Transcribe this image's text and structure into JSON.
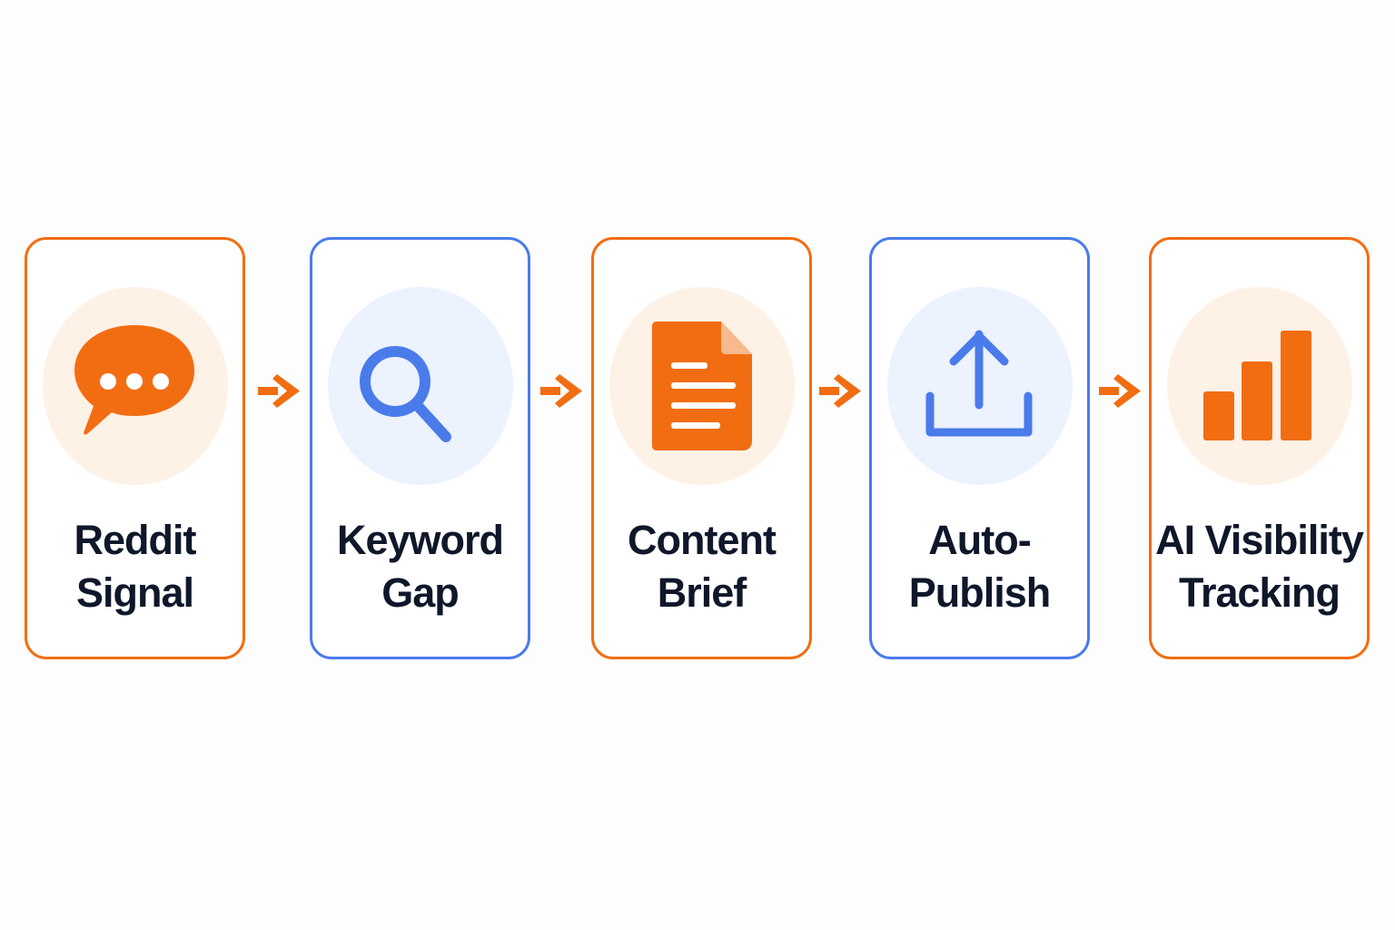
{
  "colors": {
    "orange": "#f26d12",
    "blue": "#4a7bea",
    "orange_tint": "#fef1e6",
    "blue_tint": "#ecf2fe",
    "text": "#0f172a"
  },
  "steps": [
    {
      "icon": "chat-bubble-icon",
      "accent": "orange",
      "label_lines": [
        "Reddit",
        "Signal"
      ]
    },
    {
      "icon": "magnifying-glass-icon",
      "accent": "blue",
      "label_lines": [
        "Keyword",
        "Gap"
      ]
    },
    {
      "icon": "document-icon",
      "accent": "orange",
      "label_lines": [
        "Content",
        "Brief"
      ]
    },
    {
      "icon": "upload-icon",
      "accent": "blue",
      "label_lines": [
        "Auto-",
        "Publish"
      ]
    },
    {
      "icon": "bar-chart-icon",
      "accent": "orange",
      "label_lines": [
        "AI Visibility",
        "Tracking"
      ]
    }
  ],
  "connectors": [
    {
      "icon": "arrow-right-icon",
      "color": "orange"
    },
    {
      "icon": "arrow-right-icon",
      "color": "orange"
    },
    {
      "icon": "arrow-right-icon",
      "color": "orange"
    },
    {
      "icon": "arrow-right-icon",
      "color": "orange"
    }
  ]
}
